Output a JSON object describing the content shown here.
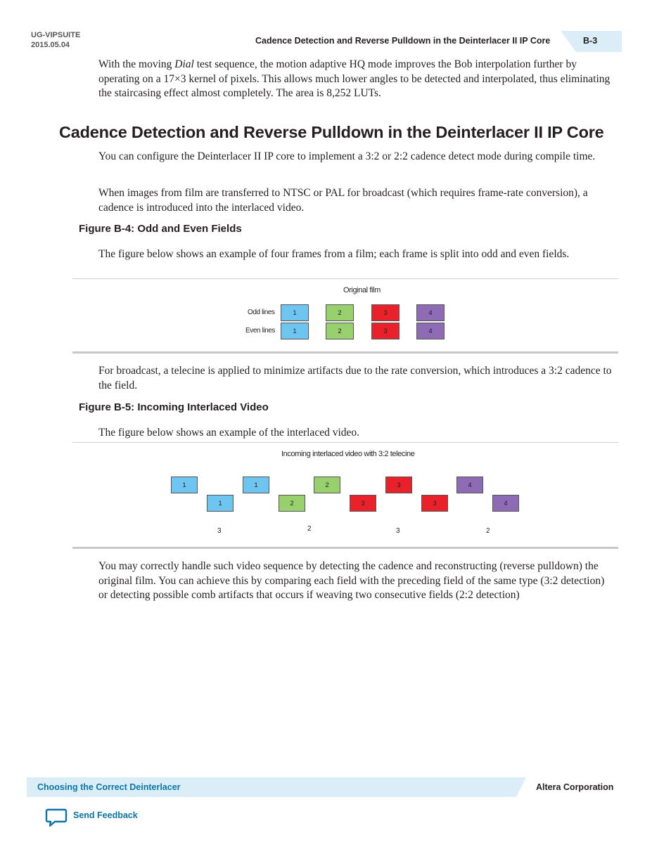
{
  "header": {
    "doc_id": "UG-VIPSUITE",
    "doc_date": "2015.05.04",
    "title": "Cadence Detection and Reverse Pulldown in the Deinterlacer II IP Core",
    "page": "B-3"
  },
  "intro": {
    "before": "With the moving ",
    "italic": "Dial",
    "after": " test sequence, the motion adaptive HQ mode improves the Bob interpolation further by operating on a 17×3 kernel of pixels. This allows much lower angles to be detected and interpo­lated, thus eliminating the staircasing effect almost completely. The area is 8,252 LUTs."
  },
  "section": {
    "heading": "Cadence Detection and Reverse Pulldown in the Deinterlacer II IP Core",
    "p1": "You can configure the Deinterlacer II IP core to implement a 3:2 or 2:2 cadence detect mode during compile time.",
    "p2": "When images from film are transferred to NTSC or PAL for broadcast (which requires frame-rate conversion), a cadence is introduced into the interlaced video."
  },
  "figure_b4": {
    "title": "Figure B-4: Odd and Even Fields",
    "description": "The figure below shows an example of four frames from a film; each frame is split into odd and even fields.",
    "caption": "Original film",
    "row_labels": [
      "Odd lines",
      "Even lines"
    ],
    "frames": [
      "1",
      "2",
      "3",
      "4"
    ]
  },
  "middle": {
    "p": "For broadcast, a telecine is applied to minimize artifacts due to the rate conversion, which introduces a 3:2 cadence to the field."
  },
  "figure_b5": {
    "title": "Figure B-5: Incoming Interlaced Video",
    "description": "The figure below shows an example of the interlaced video.",
    "caption": "Incoming interlaced video with 3:2 telecine",
    "fields": [
      "1",
      "1",
      "1",
      "2",
      "2",
      "3",
      "3",
      "3",
      "4",
      "4"
    ],
    "cadence_counts": [
      "3",
      "2",
      "3",
      "2"
    ]
  },
  "closing": {
    "p": "You may correctly handle such video sequence by detecting the cadence and reconstructing (reverse pulldown) the original film. You can achieve this by comparing each field with the preceding field of the same type (3:2 detection) or detecting possible comb artifacts that occurs if weaving two consecutive fields (2:2 detection)"
  },
  "footer": {
    "chapter_link": "Choosing the Correct Deinterlacer",
    "company": "Altera Corporation",
    "feedback": "Send Feedback"
  },
  "colors": {
    "frame_1": "#6ec6f0",
    "frame_2": "#97d06d",
    "frame_3": "#e8212a",
    "frame_4": "#8d6bb5",
    "link": "#0a75a8",
    "band": "#dbeef7"
  },
  "icons": {
    "feedback": "speech-bubble-icon"
  }
}
